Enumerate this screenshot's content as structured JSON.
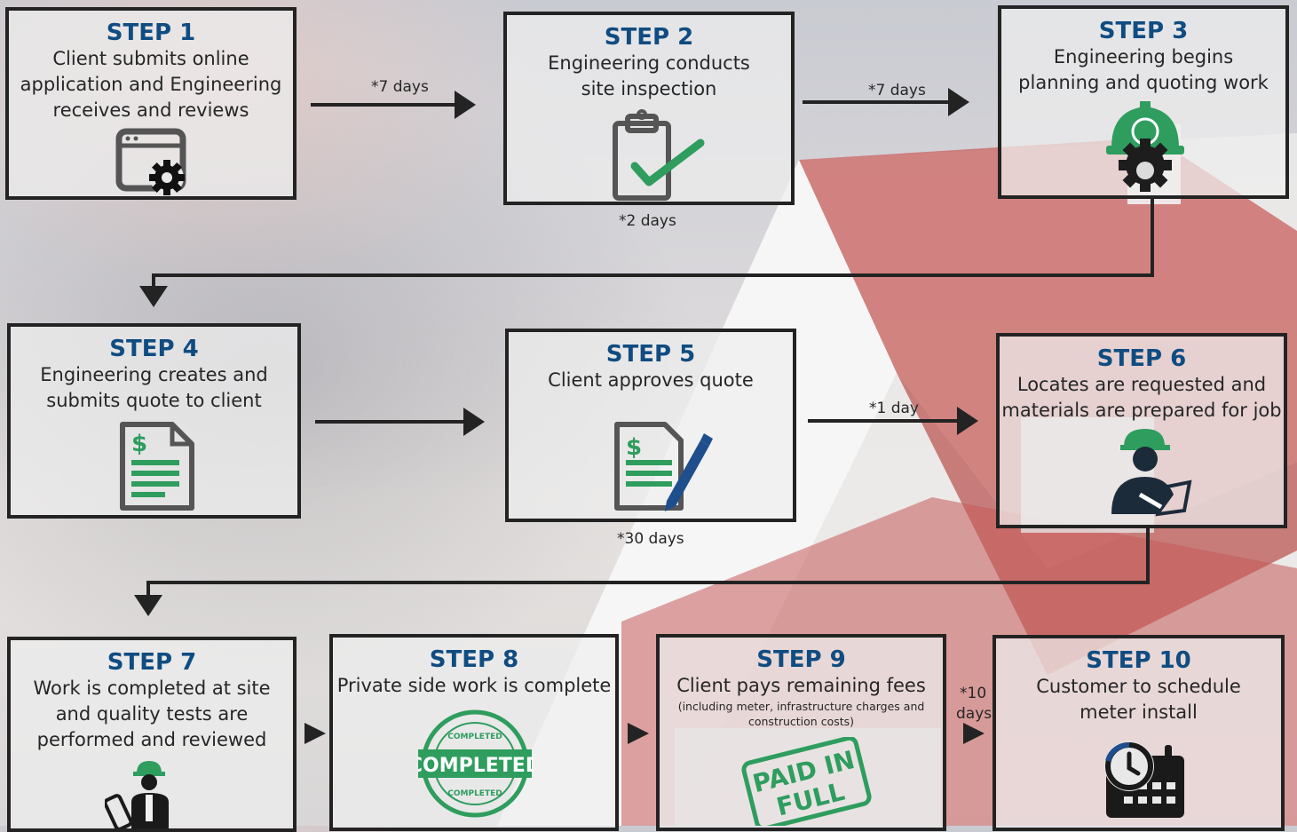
{
  "steps": [
    {
      "title": "STEP 1",
      "desc": [
        "Client submits online",
        "application and Engineering",
        "receives and reviews"
      ],
      "icon": "browser-gear-icon"
    },
    {
      "title": "STEP 2",
      "desc": [
        "Engineering conducts",
        "site inspection"
      ],
      "icon": "clipboard-check-icon"
    },
    {
      "title": "STEP 3",
      "desc": [
        "Engineering begins",
        "planning and quoting work"
      ],
      "icon": "hardhat-gear-icon"
    },
    {
      "title": "STEP 4",
      "desc": [
        "Engineering creates and",
        "submits quote to client"
      ],
      "icon": "quote-document-icon"
    },
    {
      "title": "STEP 5",
      "desc": [
        "Client approves quote"
      ],
      "icon": "signed-quote-icon"
    },
    {
      "title": "STEP 6",
      "desc": [
        "Locates are requested and",
        "materials are prepared for job"
      ],
      "icon": "worker-clipboard-icon"
    },
    {
      "title": "STEP 7",
      "desc": [
        "Work is completed at site",
        "and quality tests are",
        "performed and reviewed"
      ],
      "icon": "worker-blueprint-icon"
    },
    {
      "title": "STEP 8",
      "desc": [
        "Private side work is complete"
      ],
      "icon": "completed-stamp-icon"
    },
    {
      "title": "STEP 9",
      "desc": [
        "Client pays remaining fees"
      ],
      "sub": [
        "(including meter, infrastructure charges and",
        "construction costs)"
      ],
      "icon": "paid-in-full-stamp-icon"
    },
    {
      "title": "STEP 10",
      "desc": [
        "Customer to schedule",
        "meter install"
      ],
      "icon": "calendar-clock-icon"
    }
  ],
  "durations": {
    "d12": "*7 days",
    "d23": "*7 days",
    "d2": "*2 days",
    "d5": "*30 days",
    "d56": "*1  day",
    "d910a": "*10",
    "d910b": "days"
  },
  "stamps": {
    "completed": "COMPLETED",
    "completed_ring": "COMPLETED",
    "paid_line1": "PAID IN",
    "paid_line2": "FULL",
    "dollar": "$"
  },
  "colors": {
    "title": "#0f4c81",
    "box_border": "#232323",
    "accent_green": "#2e9d5e",
    "icon_gray": "#555555",
    "icon_navy": "#1c2b3a"
  }
}
